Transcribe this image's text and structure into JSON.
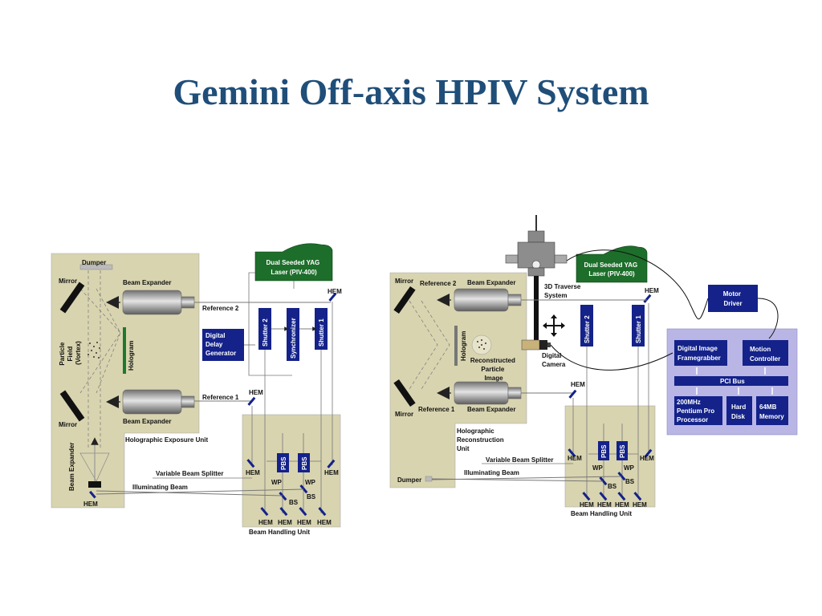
{
  "title": "Gemini Off-axis HPIV System",
  "colors": {
    "title": "#1f4e79",
    "panel": "#d8d4b0",
    "navy": "#14228a",
    "laser": "#1d6e2a",
    "computer_panel": "#b9b6e6"
  },
  "left": {
    "dumper": "Dumper",
    "mirror_top": "Mirror",
    "mirror_bottom": "Mirror",
    "beam_expander_top": "Beam Expander",
    "beam_expander_bottom": "Beam Expander",
    "beam_expander_vertical": "Beam Expander",
    "particle_field": [
      "Particle",
      "Field",
      "(Vortex)"
    ],
    "hologram": "Hologram",
    "unit_label": "Holographic Exposure Unit",
    "laser": [
      "Dual Seeded YAG",
      "Laser (PIV-400)"
    ],
    "hem": "HEM",
    "reference2": "Reference 2",
    "reference1": "Reference 1",
    "ddg": [
      "Digital",
      "Delay",
      "Generator"
    ],
    "shutter2": "Shutter 2",
    "synchronizer": "Synchronizer",
    "shutter1": "Shutter 1",
    "pbs": "PBS",
    "wp": "WP",
    "bs": "BS",
    "vbs": "Variable Beam Splitter",
    "illuminating": "Illuminating Beam",
    "bhu": "Beam Handling Unit"
  },
  "right": {
    "mirror_top": "Mirror",
    "mirror_bottom": "Mirror",
    "reference2": "Reference 2",
    "reference1": "Reference 1",
    "beam_expander_top": "Beam Expander",
    "beam_expander_bottom": "Beam Expander",
    "hologram": "Hologram",
    "recon_image": [
      "Reconstructed",
      "Particle",
      "Image"
    ],
    "unit_label": [
      "Holographic",
      "Reconstruction",
      "Unit"
    ],
    "dumper": "Dumper",
    "traverse": [
      "3D Traverse",
      "System"
    ],
    "camera": [
      "Digital",
      "Camera"
    ],
    "laser": [
      "Dual Seeded YAG",
      "Laser (PIV-400)"
    ],
    "hem": "HEM",
    "shutter2": "Shutter 2",
    "shutter1": "Shutter 1",
    "pbs": "PBS",
    "wp": "WP",
    "bs": "BS",
    "vbs": "Variable Beam Splitter",
    "illuminating": "Illuminating Beam",
    "bhu": "Beam Handling Unit",
    "motor_driver": [
      "Motor",
      "Driver"
    ],
    "framegrabber": [
      "Digital Image",
      "Framegrabber"
    ],
    "motion_controller": [
      "Motion",
      "Controller"
    ],
    "pci_bus": "PCI Bus",
    "processor": [
      "200MHz",
      "Pentium Pro",
      "Processor"
    ],
    "hard_disk": [
      "Hard",
      "Disk"
    ],
    "memory": [
      "64MB",
      "Memory"
    ]
  }
}
